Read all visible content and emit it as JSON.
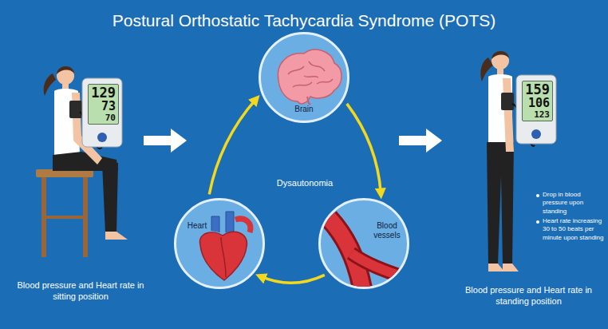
{
  "diagram": {
    "title": "Postural Orthostatic Tachycardia Syndrome (POTS)",
    "nodes": [
      {
        "text": [
          "129",
          "73",
          "70"
        ]
      },
      {
        "text": [
          "Brain"
        ]
      },
      {
        "text": [
          "Heart"
        ]
      },
      {
        "text": [
          "Blood vessels"
        ]
      },
      {
        "text": [
          "159",
          "106",
          "123"
        ]
      }
    ],
    "edges": [
      {
        "from": 1,
        "to": 3,
        "arrow": "to"
      },
      {
        "from": 3,
        "to": 2,
        "arrow": "to"
      },
      {
        "from": 2,
        "to": 1,
        "arrow": "to"
      }
    ],
    "labels": [
      "Dysautonomia",
      "Blood pressure and Heart rate in sitting position",
      "Drop in blood pressure upon standing",
      "Heart rate increasing 30 to 50 beats per minute upon standing",
      "Blood pressure and Heart rate in standing position"
    ]
  }
}
